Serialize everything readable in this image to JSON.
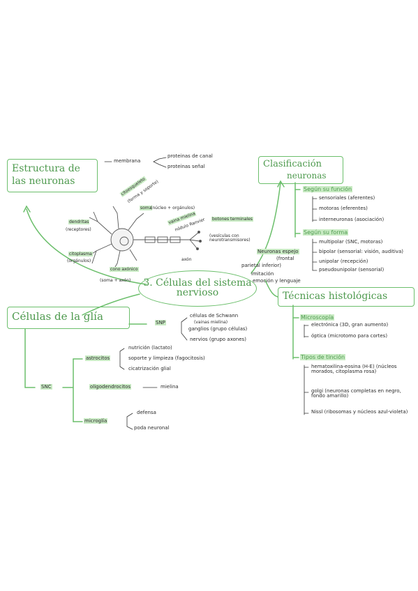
{
  "title": "3. Células del sistema nervioso",
  "estructura": {
    "title_l1": "Estructura de",
    "title_l2": "las neuronas",
    "membrana": "membrana",
    "proteinas_canal": "proteinas de canal",
    "proteinas_senal": "proteinas señal",
    "citoesqueleto": "citoesqueleto",
    "citoesqueleto_note": "(forma y soporte)",
    "soma": "soma",
    "soma_note": "(núcleo + orgánulos)",
    "dendritas": "dendritas",
    "dendritas_note": "(receptores)",
    "vaina": "vaina mielina",
    "nodulo": "nódulo Ranvier",
    "botones": "botones terminales",
    "botones_note": "(vesículas con neurotransmisores)",
    "citoplasma": "citoplasma",
    "citoplasma_note": "(orgánulos)",
    "cono": "cono axónico",
    "cono_note": "(soma + axón)",
    "axon": "axón"
  },
  "clasificacion": {
    "title_l1": "Clasificación",
    "title_l2": "neuronas",
    "funcion": "Según su función",
    "funcion_items": [
      "sensoriales (aferentes)",
      "motoras (eferentes)",
      "interneuronas (asociación)"
    ],
    "forma": "Según su forma",
    "forma_items": [
      "multipolar (SNC, motoras)",
      "bipolar (sensorial: visión, auditiva)",
      "unipolar (recepción)",
      "pseudounipolar (sensorial)"
    ],
    "espejo": "Neuronas espejo",
    "espejo_items": [
      "(frontal",
      "parietal inferior)",
      "imitación",
      "emoción y lenguaje"
    ]
  },
  "tecnicas": {
    "title": "Técnicas histológicas",
    "microscopia": "Microscopía",
    "micro_items": [
      "electrónica (3D, gran aumento)",
      "óptica (microtomo para cortes)"
    ],
    "tincion": "Tipos de tinción",
    "tincion_items": [
      "hematoxilina-eosina (H-E) (núcleos morados, citoplasma rosa)",
      "golgi (neuronas completas en negro, fondo amarillo)",
      "Nissl (ribosomas y núcleos azul-violeta)"
    ]
  },
  "glia": {
    "title": "Células de la glía",
    "snp": "SNP",
    "schwann": "células de Schwann",
    "schwann_note": "(vainas mielina)",
    "ganglios": "ganglios (grupo células)",
    "nervios": "nervios (grupo axones)",
    "snc": "SNC",
    "astrocitos": "astrocitos",
    "astro_items": [
      "nutrición (lactato)",
      "soporte y limpieza (fagocitosis)",
      "cicatrización glial"
    ],
    "oligo": "oligodendrocitos",
    "oligo_item": "mielina",
    "microglia": "microglía",
    "micro_items": [
      "defensa",
      "poda neuronal"
    ]
  }
}
